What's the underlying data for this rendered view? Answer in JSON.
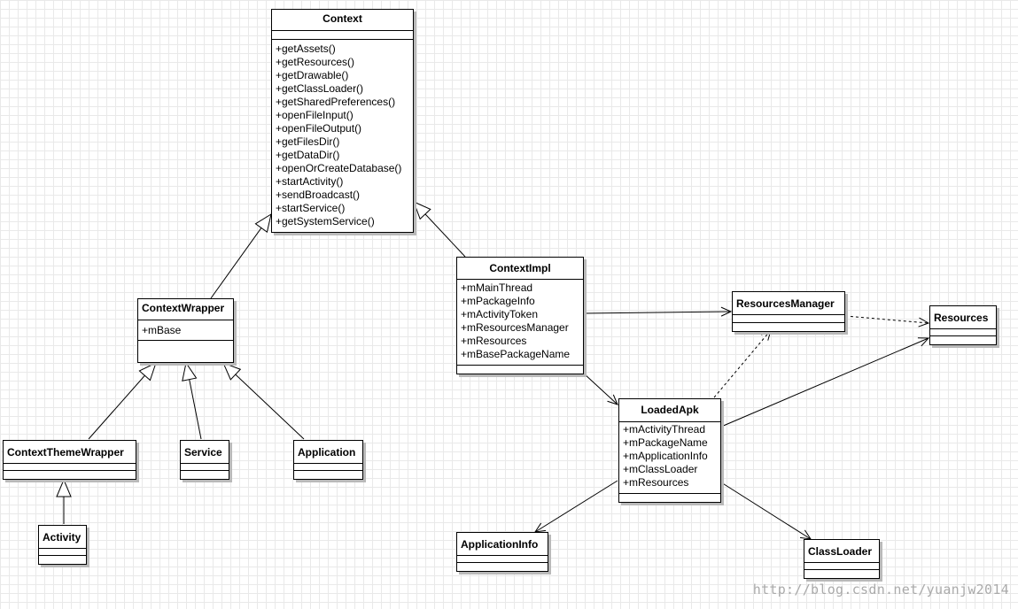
{
  "classes": {
    "context": {
      "name": "Context",
      "methods": [
        "+getAssets()",
        "+getResources()",
        "+getDrawable()",
        "+getClassLoader()",
        "+getSharedPreferences()",
        "+openFileInput()",
        "+openFileOutput()",
        "+getFilesDir()",
        "+getDataDir()",
        "+openOrCreateDatabase()",
        "+startActivity()",
        "+sendBroadcast()",
        "+startService()",
        "+getSystemService()"
      ]
    },
    "context_wrapper": {
      "name": "ContextWrapper",
      "attributes": [
        "+mBase"
      ]
    },
    "context_theme_wrapper": {
      "name": "ContextThemeWrapper"
    },
    "service": {
      "name": "Service"
    },
    "application": {
      "name": "Application"
    },
    "activity": {
      "name": "Activity"
    },
    "context_impl": {
      "name": "ContextImpl",
      "attributes": [
        "+mMainThread",
        "+mPackageInfo",
        "+mActivityToken",
        "+mResourcesManager",
        "+mResources",
        "+mBasePackageName"
      ]
    },
    "resources_manager": {
      "name": "ResourcesManager"
    },
    "resources": {
      "name": "Resources"
    },
    "loaded_apk": {
      "name": "LoadedApk",
      "attributes": [
        "+mActivityThread",
        "+mPackageName",
        "+mApplicationInfo",
        "+mClassLoader",
        "+mResources"
      ]
    },
    "application_info": {
      "name": "ApplicationInfo"
    },
    "class_loader": {
      "name": "ClassLoader"
    }
  },
  "relations": [
    {
      "from": "ContextWrapper",
      "to": "Context",
      "kind": "generalization"
    },
    {
      "from": "ContextImpl",
      "to": "Context",
      "kind": "generalization"
    },
    {
      "from": "ContextThemeWrapper",
      "to": "ContextWrapper",
      "kind": "generalization"
    },
    {
      "from": "Service",
      "to": "ContextWrapper",
      "kind": "generalization"
    },
    {
      "from": "Application",
      "to": "ContextWrapper",
      "kind": "generalization"
    },
    {
      "from": "Activity",
      "to": "ContextThemeWrapper",
      "kind": "generalization"
    },
    {
      "from": "ContextImpl",
      "to": "ResourcesManager",
      "kind": "association"
    },
    {
      "from": "ContextImpl",
      "to": "LoadedApk",
      "kind": "association"
    },
    {
      "from": "ResourcesManager",
      "to": "Resources",
      "kind": "dependency"
    },
    {
      "from": "LoadedApk",
      "to": "ResourcesManager",
      "kind": "dependency"
    },
    {
      "from": "LoadedApk",
      "to": "Resources",
      "kind": "association"
    },
    {
      "from": "LoadedApk",
      "to": "ApplicationInfo",
      "kind": "association"
    },
    {
      "from": "LoadedApk",
      "to": "ClassLoader",
      "kind": "association"
    }
  ],
  "watermark": "http://blog.csdn.net/yuanjw2014"
}
